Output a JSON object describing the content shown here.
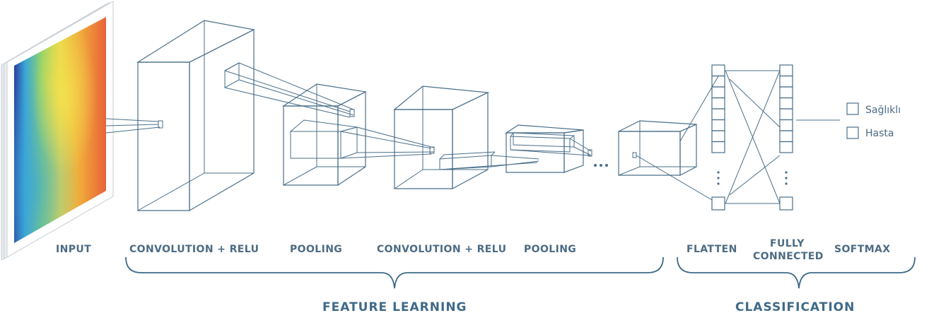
{
  "labels": {
    "input": "INPUT",
    "conv1": "CONVOLUTION + RELU",
    "pool1": "POOLING",
    "conv2": "CONVOLUTION + RELU",
    "pool2": "POOLING",
    "flatten": "FLATTEN",
    "fully_connected_1": "FULLY",
    "fully_connected_2": "CONNECTED",
    "softmax": "SOFTMAX"
  },
  "groups": {
    "feature_learning": "FEATURE LEARNING",
    "classification": "CLASSIFICATION"
  },
  "outputs": [
    "Sağlıklı",
    "Hasta"
  ],
  "ellipsis": "...",
  "colors": {
    "line": "#4a6f8a",
    "label": "#4c6b84",
    "group": "#3f6a88",
    "heatmap": [
      "#2b3f9e",
      "#3aa6d8",
      "#8fd36b",
      "#e9d94a",
      "#f0a23a",
      "#e8623a"
    ]
  }
}
